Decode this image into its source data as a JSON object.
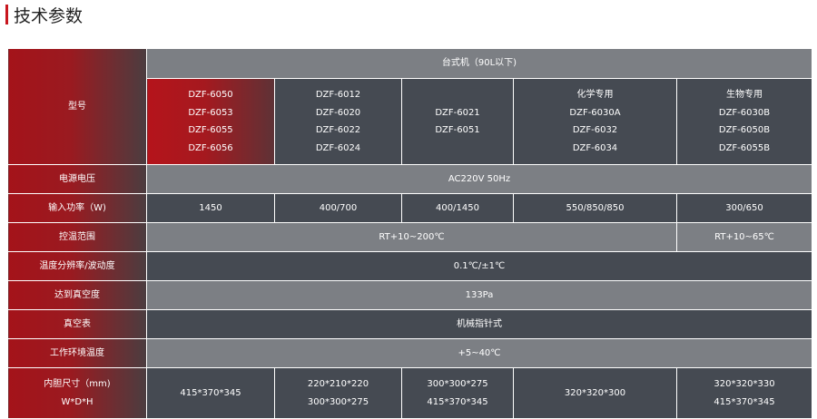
{
  "section_title": "技术参数",
  "table": {
    "rows": [
      {
        "label": "台式机（90L以下)"
      },
      {
        "label": "型号",
        "cells": [
          [
            "DZF-6050",
            "DZF-6053",
            "DZF-6055",
            "DZF-6056"
          ],
          [
            "DZF-6012",
            "DZF-6020",
            "DZF-6022",
            "DZF-6024"
          ],
          [
            "DZF-6021",
            "DZF-6051"
          ],
          [
            "化学专用",
            "DZF-6030A",
            "DZF-6032",
            "DZF-6034"
          ],
          [
            "生物专用",
            "DZF-6030B",
            "DZF-6050B",
            "DZF-6055B"
          ]
        ]
      },
      {
        "label": "电源电压",
        "value": "AC220V 50Hz"
      },
      {
        "label": "输入功率（W)",
        "cells": [
          "1450",
          "400/700",
          "400/1450",
          "550/850/850",
          "300/650"
        ]
      },
      {
        "label": "控温范围",
        "cells": [
          "RT+10~200℃",
          "RT+10~65℃"
        ]
      },
      {
        "label": "温度分辨率/波动度",
        "value": "0.1℃/±1℃"
      },
      {
        "label": "达到真空度",
        "value": "133Pa"
      },
      {
        "label": "真空表",
        "value": "机械指针式"
      },
      {
        "label": "工作环境温度",
        "value": "+5~40℃"
      },
      {
        "label": [
          "内胆尺寸（mm)",
          "W*D*H"
        ],
        "cells": [
          [
            "415*370*345"
          ],
          [
            "220*210*220",
            "300*300*275"
          ],
          [
            "300*300*275",
            "415*370*345"
          ],
          [
            "320*320*300"
          ],
          [
            "320*320*330",
            "415*370*345"
          ]
        ]
      }
    ]
  }
}
